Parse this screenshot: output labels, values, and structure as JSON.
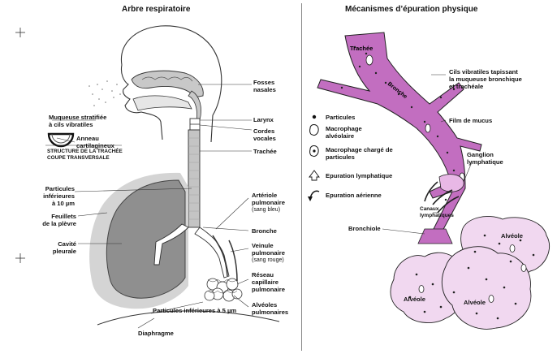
{
  "left": {
    "title": "Arbre respiratoire",
    "labels": {
      "fosses_nasales": "Fosses\nnasales",
      "larynx": "Larynx",
      "cordes_vocales": "Cordes\nvocales",
      "trachee": "Trachée",
      "muqueuse": "Muqueuse stratifiée\nà cils vibratiles",
      "anneau": "Anneau\ncartilagineux",
      "structure": "STRUCTURE DE LA TRACHÉE\nCOUPE TRANSVERSALE",
      "particules_10": "Particules\ninférieures\nà 10 µm",
      "feuillets": "Feuillets\nde la plèvre",
      "cavite": "Cavité\npleurale",
      "arteriole": "Artériole\npulmonaire",
      "arteriole_sub": "(sang bleu)",
      "bronche": "Bronche",
      "veinule": "Veinule\npulmonaire",
      "veinule_sub": "(sang rouge)",
      "reseau": "Réseau\ncapillaire\npulmonaire",
      "alveoles": "Alvéoles\npulmonaires",
      "particules_5": "Particules inférieures à 5 µm",
      "diaphragme": "Diaphragme"
    }
  },
  "right": {
    "title": "Mécanismes d’épuration physique",
    "labels": {
      "trachee": "Trachée",
      "bronche": "Bronche",
      "cils": "Cils vibratiles tapissant\nla muqueuse bronchique\net trachéale",
      "film": "Film de mucus",
      "ganglion": "Ganglion\nlymphatique",
      "canaux": "Canaux\nlymphatiques",
      "bronchiole": "Bronchiole",
      "alveole1": "Alvéole",
      "alveole2": "Alvéole",
      "alveole3": "Alvéole"
    },
    "legend": [
      {
        "icon": "particle-dot-icon",
        "text": "Particules"
      },
      {
        "icon": "macrophage-icon",
        "text": "Macrophage\nalvéolaire"
      },
      {
        "icon": "loaded-macrophage-icon",
        "text": "Macrophage chargé de\nparticules"
      },
      {
        "icon": "lymph-arrow-icon",
        "text": "Epuration lymphatique"
      },
      {
        "icon": "air-arrow-icon",
        "text": "Epuration aérienne"
      }
    ]
  },
  "colors": {
    "airway_pink": "#c26ec0",
    "alveoli_pink": "#f1d8f0",
    "lung_grey": "#8f8f8f",
    "pleura_grey": "#d4d4d4",
    "trachea_grey": "#c4c4c4"
  }
}
